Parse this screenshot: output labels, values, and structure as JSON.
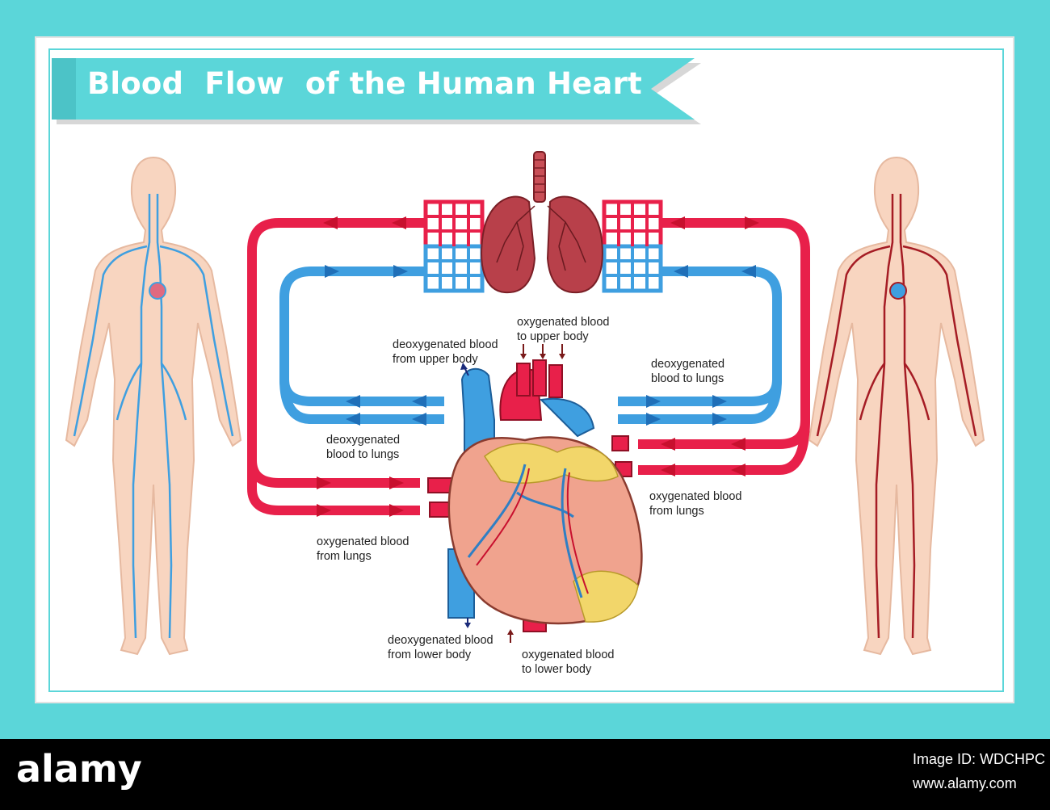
{
  "title": "Blood  Flow  of the Human Heart",
  "labels": {
    "deoxy_from_upper": "deoxygenated blood\nfrom upper body",
    "oxy_to_upper": "oxygenated blood\nto upper body",
    "deoxy_to_lungs_right": "deoxygenated\nblood to lungs",
    "deoxy_to_lungs_left": "deoxygenated\nblood to lungs",
    "oxy_from_lungs_right": "oxygenated blood\nfrom lungs",
    "oxy_from_lungs_left": "oxygenated blood\nfrom lungs",
    "deoxy_from_lower": "deoxygenated blood\nfrom lower body",
    "oxy_to_lower": "oxygenated blood\nto lower body"
  },
  "colors": {
    "frame": "#5bd6d9",
    "banner": "#5bd6d9",
    "oxygenated": "#e8204a",
    "deoxygenated": "#3f9fe0",
    "skin": "#f8d5c0",
    "heart": "#f0a38e",
    "fat": "#f2d66a",
    "lung": "#b8404a"
  },
  "watermark": {
    "logo": "alamy",
    "image_id": "Image ID: WDCHPC",
    "url": "www.alamy.com"
  }
}
